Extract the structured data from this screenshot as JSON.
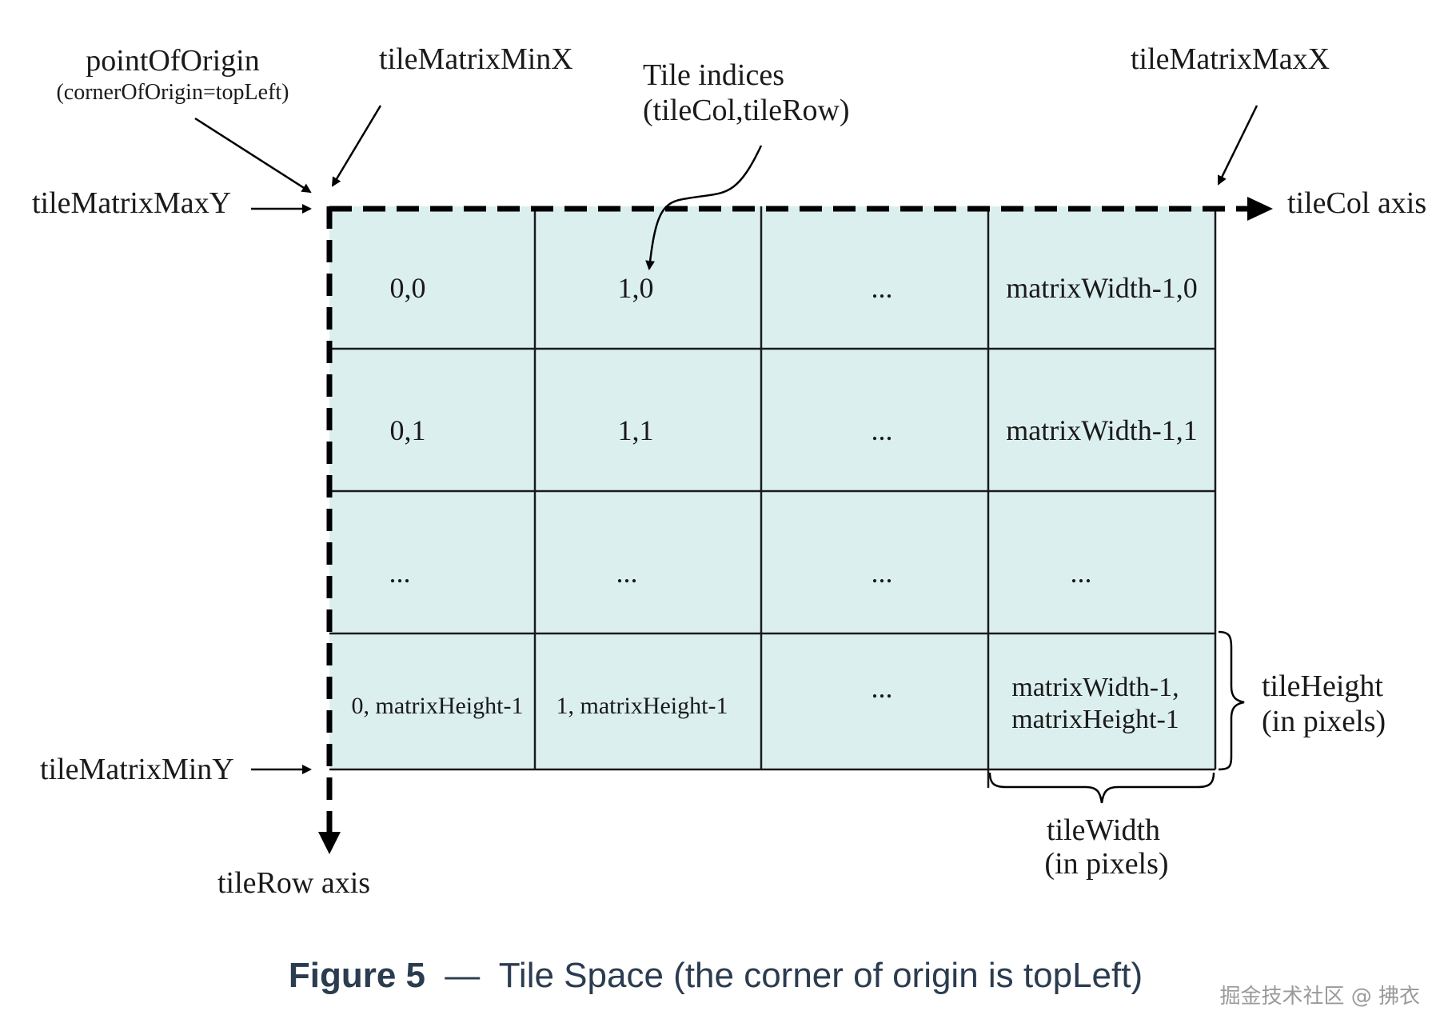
{
  "labels": {
    "point_of_origin": "pointOfOrigin",
    "corner_of_origin": "(cornerOfOrigin=topLeft)",
    "tile_matrix_min_x": "tileMatrixMinX",
    "tile_indices_line1": "Tile indices",
    "tile_indices_line2": "(tileCol,tileRow)",
    "tile_matrix_max_x": "tileMatrixMaxX",
    "tile_matrix_max_y": "tileMatrixMaxY",
    "tile_matrix_min_y": "tileMatrixMinY",
    "tile_col_axis": "tileCol axis",
    "tile_row_axis": "tileRow axis",
    "tile_height_line1": "tileHeight",
    "tile_height_line2": "(in pixels)",
    "tile_width_line1": "tileWidth",
    "tile_width_line2": "(in pixels)"
  },
  "grid": {
    "rows": [
      [
        "0,0",
        "1,0",
        "...",
        "matrixWidth-1,0"
      ],
      [
        "0,1",
        "1,1",
        "...",
        "matrixWidth-1,1"
      ],
      [
        "...",
        "...",
        "...",
        "..."
      ],
      [
        "0, matrixHeight-1",
        "1, matrixHeight-1",
        "...",
        "matrixWidth-1,\nmatrixHeight-1"
      ]
    ]
  },
  "caption": {
    "figure_label": "Figure 5",
    "separator": "—",
    "text": "Tile Space (the corner of origin is topLeft)"
  },
  "watermark": "掘金技术社区 @ 拂衣",
  "colors": {
    "cell_fill": "#dcefef",
    "caption_color": "#2b3c50"
  }
}
